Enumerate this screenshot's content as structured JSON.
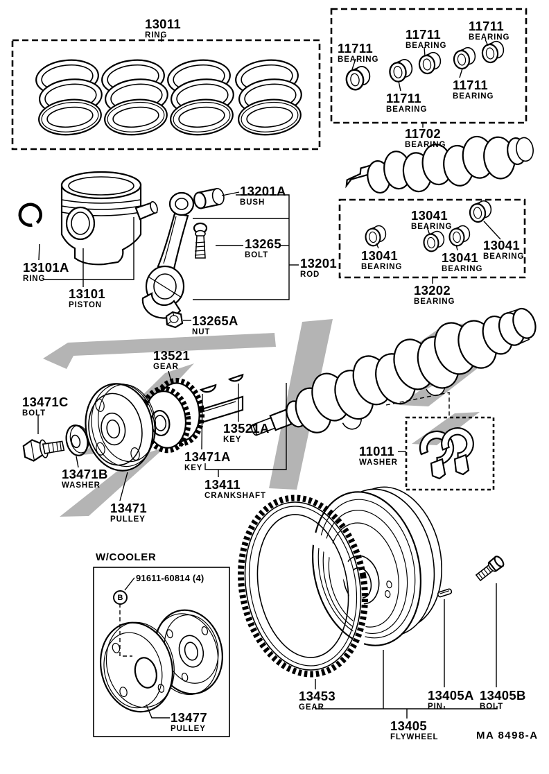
{
  "page": {
    "code": "MA 8498-A",
    "variant_header": "W/COOLER",
    "fastener_note": "91611-60814 (4)",
    "fastener_symbol": "B",
    "ink_color": "#000000",
    "watermark_color": "#b4b4b4",
    "paper_color": "#ffffff"
  },
  "parts": {
    "ring_set": {
      "num": "13011",
      "name": "RING"
    },
    "bearing_11711": {
      "num": "11711",
      "name": "BEARING"
    },
    "bearing_11702": {
      "num": "11702",
      "name": "BEARING"
    },
    "bearing_13041": {
      "num": "13041",
      "name": "BEARING"
    },
    "bearing_13202": {
      "num": "13202",
      "name": "BEARING"
    },
    "bush": {
      "num": "13201A",
      "name": "BUSH"
    },
    "rod_bolt": {
      "num": "13265",
      "name": "BOLT"
    },
    "rod": {
      "num": "13201",
      "name": "ROD"
    },
    "pin_ring": {
      "num": "13101A",
      "name": "RING"
    },
    "piston": {
      "num": "13101",
      "name": "PISTON"
    },
    "rod_nut": {
      "num": "13265A",
      "name": "NUT"
    },
    "timing_gear": {
      "num": "13521",
      "name": "GEAR"
    },
    "pulley_bolt": {
      "num": "13471C",
      "name": "BOLT"
    },
    "gear_key": {
      "num": "13521A",
      "name": "KEY"
    },
    "pulley_key": {
      "num": "13471A",
      "name": "KEY"
    },
    "pulley_washer": {
      "num": "13471B",
      "name": "WASHER"
    },
    "crankshaft": {
      "num": "13411",
      "name": "CRANKSHAFT"
    },
    "pulley": {
      "num": "13471",
      "name": "PULLEY"
    },
    "thrust_washer": {
      "num": "11011",
      "name": "WASHER"
    },
    "cooler_pulley": {
      "num": "13477",
      "name": "PULLEY"
    },
    "flywheel_gear": {
      "num": "13453",
      "name": "GEAR"
    },
    "flywheel_pin": {
      "num": "13405A",
      "name": "PIN"
    },
    "flywheel_bolt": {
      "num": "13405B",
      "name": "BOLT"
    },
    "flywheel": {
      "num": "13405",
      "name": "FLYWHEEL"
    }
  }
}
